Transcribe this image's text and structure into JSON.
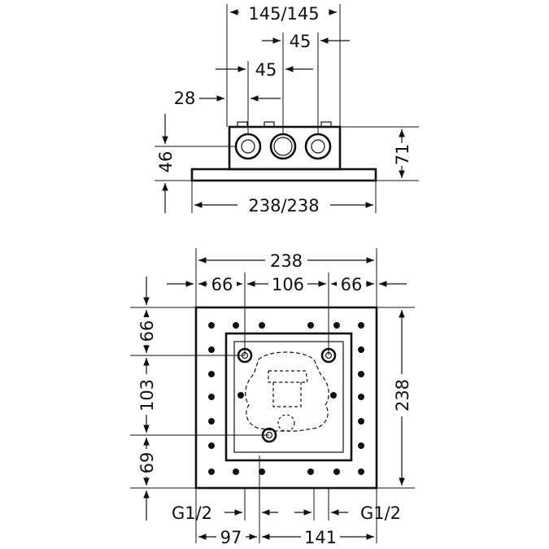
{
  "top_view": {
    "dims": {
      "width_top": "145/145",
      "spacing_right": "45",
      "spacing_left": "45",
      "offset": "28",
      "height_inner": "46",
      "height_total": "71",
      "width_base": "238/238"
    }
  },
  "front_view": {
    "dims": {
      "width_total": "238",
      "seg_left": "66",
      "seg_mid": "106",
      "seg_right": "66",
      "v_top": "66",
      "v_mid": "103",
      "v_bot": "69",
      "height_total": "238",
      "thread_left": "G1/2",
      "thread_right": "G1/2",
      "bottom_left": "97",
      "bottom_right": "141"
    }
  },
  "colors": {
    "line": "#111111",
    "fill": "#ffffff"
  }
}
